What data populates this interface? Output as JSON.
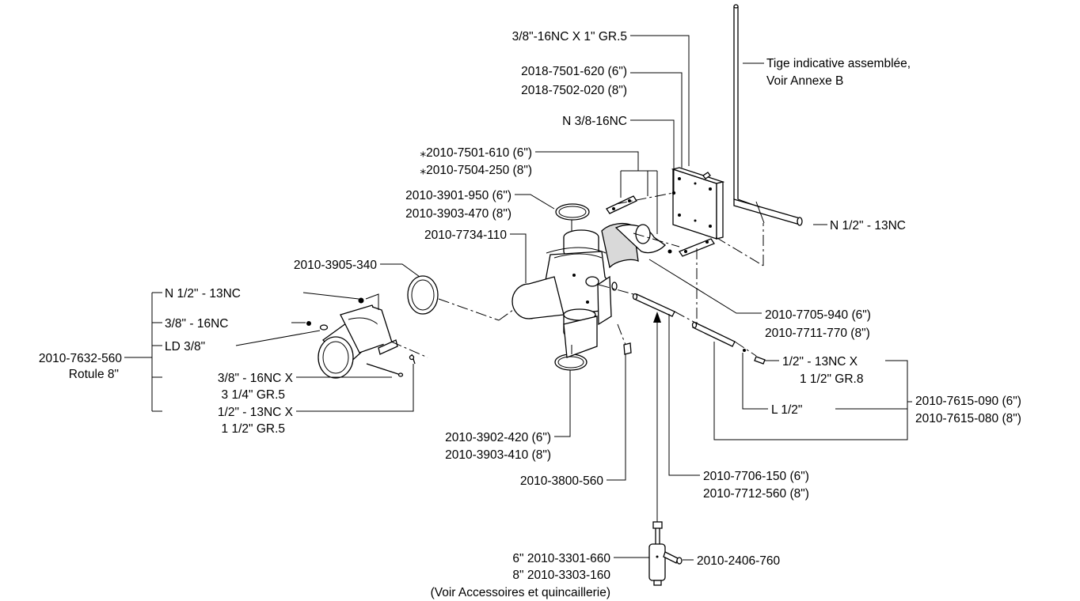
{
  "labels": {
    "bolt_top": "3/8\"-16NC X 1\" GR.5",
    "plate_a": "2018-7501-620 (6\")",
    "plate_b": "2018-7502-020 (8\")",
    "tige_a": "Tige indicative assemblée,",
    "tige_b": "Voir Annexe B",
    "nut_38": "N 3/8-16NC",
    "star_a": "⁎2010-7501-610 (6\")",
    "star_b": "⁎2010-7504-250 (8\")",
    "gasket_a": "2010-3901-950 (6\")",
    "gasket_b": "2010-3903-470 (8\")",
    "nut_half_right": "N 1/2\" - 13NC",
    "body": "2010-7734-110",
    "ring": "2010-3905-340",
    "left_n": "N 1/2\" - 13NC",
    "left_38": "3/8\" - 16NC",
    "left_ld": "LD 3/8\"",
    "left_bolt_a": "3/8\" - 16NC X",
    "left_bolt_b": "3 1/4\" GR.5",
    "left_bolt2_a": "1/2\" - 13NC X",
    "left_bolt2_b": "1 1/2\" GR.5",
    "rotule_a": "2010-7632-560",
    "rotule_b": "Rotule 8\"",
    "shield_a": "2010-7705-940 (6\")",
    "shield_b": "2010-7711-770 (8\")",
    "bolt_r_a": "1/2\" - 13NC X",
    "bolt_r_b": "1 1/2\" GR.8",
    "pin_a": "2010-7615-090 (6\")",
    "pin_b": "2010-7615-080 (8\")",
    "l_half": "L 1/2\"",
    "gasket2_a": "2010-3902-420 (6\")",
    "gasket2_b": "2010-3903-410 (8\")",
    "fitting": "2010-3800-560",
    "rod_a": "2010-7706-150 (6\")",
    "rod_b": "2010-7712-560 (8\")",
    "cyl_a": "6\" 2010-3301-660",
    "cyl_b": "8\" 2010-3303-160",
    "cyl_c": "(Voir Accessoires et quincaillerie)",
    "cyl_fit": "2010-2406-760"
  }
}
